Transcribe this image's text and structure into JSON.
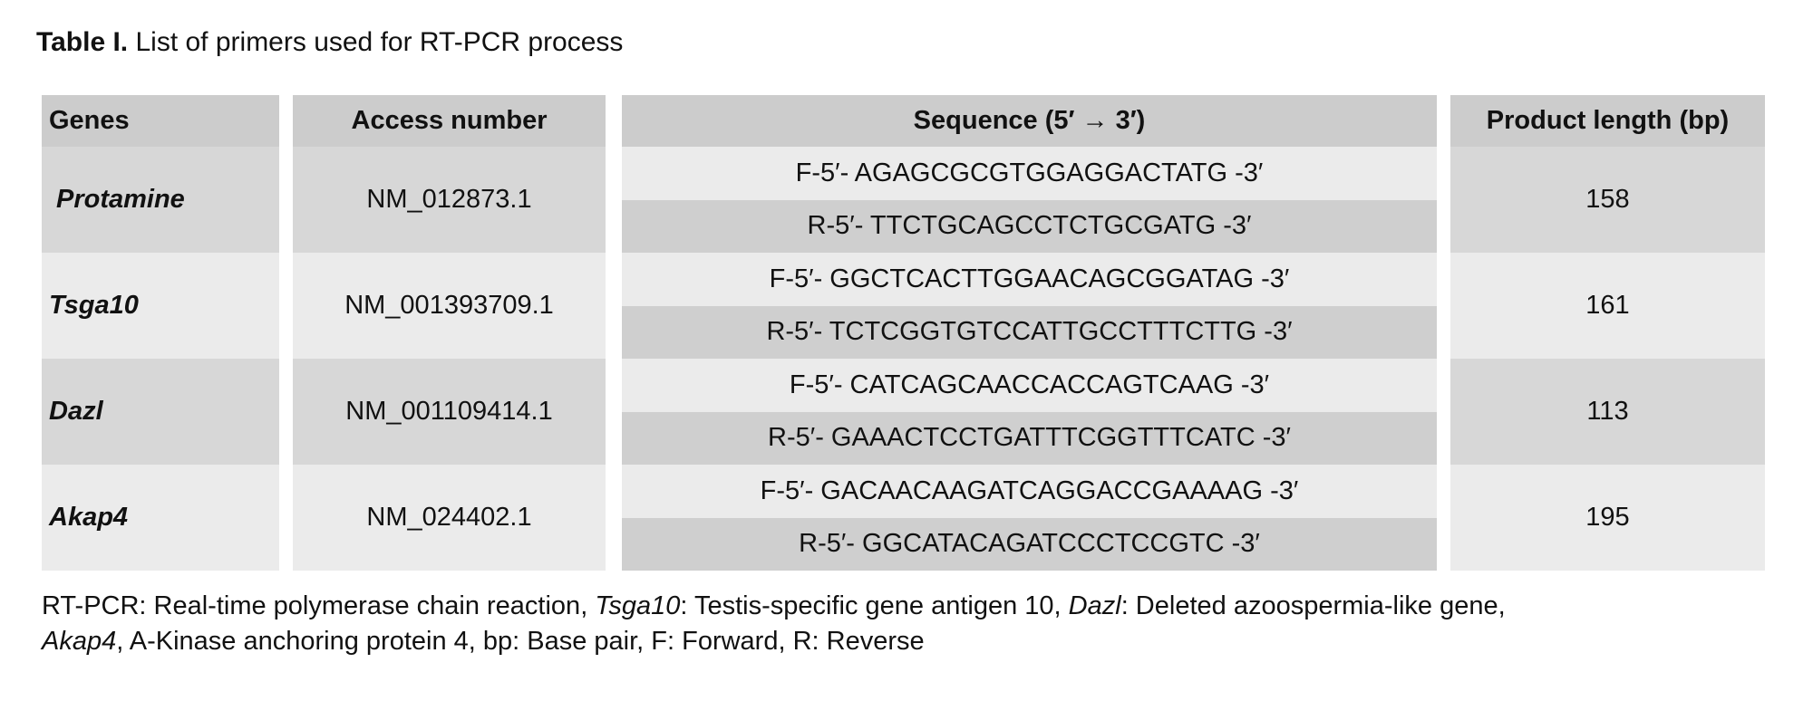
{
  "title": {
    "label": "Table I.",
    "text": " List of primers used for RT-PCR process"
  },
  "headers": [
    "Genes",
    "Access number",
    "Sequence (5′ → 3′)",
    "Product length (bp)"
  ],
  "rows": [
    {
      "gene": "Protamine",
      "access": "NM_012873.1",
      "forward": "F-5′- AGAGCGCGTGGAGGACTATG -3′",
      "reverse": "R-5′- TTCTGCAGCCTCTGCGATG -3′",
      "length": "158"
    },
    {
      "gene": "Tsga10",
      "access": "NM_001393709.1",
      "forward": "F-5′- GGCTCACTTGGAACAGCGGATAG -3′",
      "reverse": "R-5′- TCTCGGTGTCCATTGCCTTTCTTG -3′",
      "length": "161"
    },
    {
      "gene": "Dazl",
      "access": "NM_001109414.1",
      "forward": "F-5′- CATCAGCAACCACCAGTCAAG -3′",
      "reverse": "R-5′- GAAACTCCTGATTTCGGTTTCATC -3′",
      "length": "113"
    },
    {
      "gene": "Akap4",
      "access": "NM_024402.1",
      "forward": "F-5′- GACAACAAGATCAGGACCGAAAAG -3′",
      "reverse": "R-5′- GGCATACAGATCCCTCCGTC -3′",
      "length": "195"
    }
  ],
  "footnote": {
    "p1": "RT-PCR: Real-time polymerase chain reaction, ",
    "i1": "Tsga10",
    "p2": ": Testis-specific gene antigen 10, ",
    "i2": "Dazl",
    "p3": ": Deleted azoospermia-like gene, ",
    "i3": "Akap4",
    "p4": ", A-Kinase anchoring protein 4, bp: Base pair, F: Forward, R: Reverse"
  }
}
